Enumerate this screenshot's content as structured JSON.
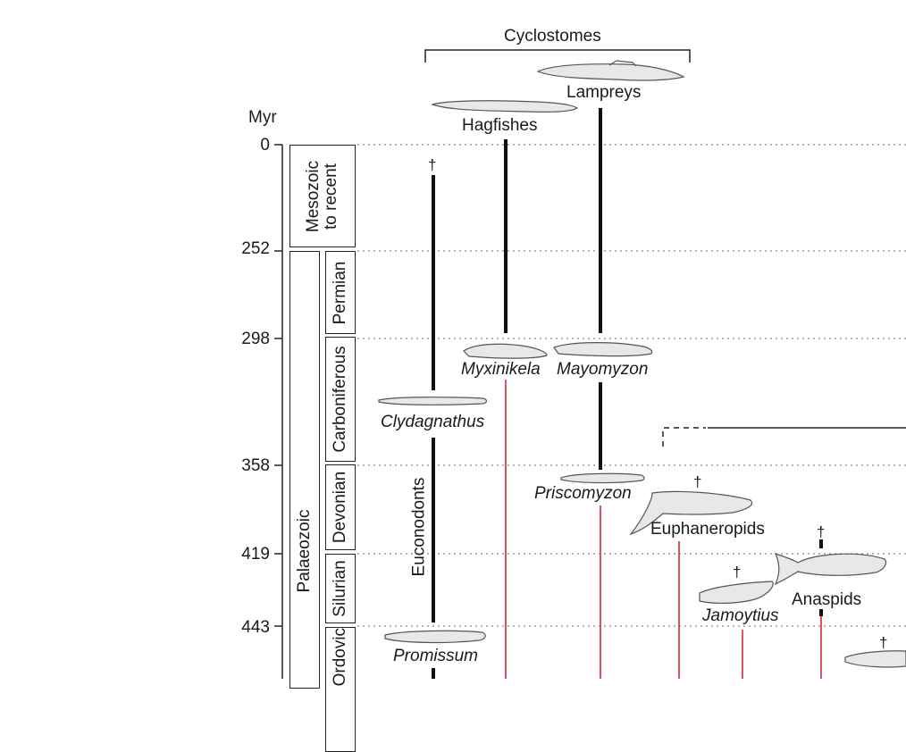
{
  "axis": {
    "unit_label": "Myr",
    "ticks": [
      "0",
      "252",
      "298",
      "358",
      "419",
      "443"
    ]
  },
  "periods": {
    "mesozoic": "Mesozoic\nto recent",
    "palaeozoic": "Palaeozoic",
    "permian": "Permian",
    "carboniferous": "Carboniferous",
    "devonian": "Devonian",
    "silurian": "Silurian",
    "ordovician": "Ordovician"
  },
  "groups": {
    "cyclostomes": "Cyclostomes",
    "lampreys": "Lampreys",
    "hagfishes": "Hagfishes",
    "euconodonts": "Euconodonts",
    "euphaneropids": "Euphaneropids",
    "anaspids": "Anaspids"
  },
  "taxa": {
    "myxinikela": "Myxinikela",
    "mayomyzon": "Mayomyzon",
    "clydagnathus": "Clydagnathus",
    "priscomyzon": "Priscomyzon",
    "jamoytius": "Jamoytius",
    "promissum": "Promissum"
  },
  "extinct_marker": "†",
  "colors": {
    "lineage": "#111111",
    "ghost_lineage": "#d21f2a",
    "gridline": "#888888",
    "fossil_fill": "#e8e8e8",
    "fossil_stroke": "#555555"
  }
}
